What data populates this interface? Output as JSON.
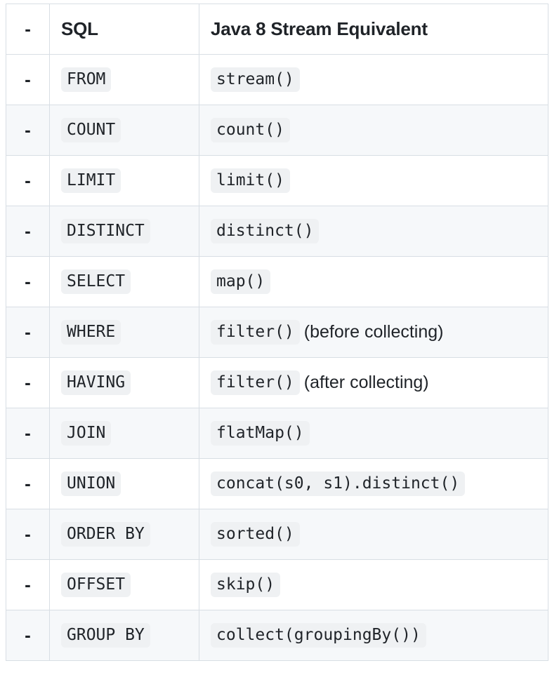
{
  "table": {
    "headers": {
      "dash": "-",
      "sql": "SQL",
      "java": "Java 8 Stream Equivalent"
    },
    "row_marker": "-",
    "colors": {
      "border": "#d8dee4",
      "stripe": "#f6f8fa",
      "chip_background": "#eff1f3",
      "text": "#1f2328"
    },
    "rows": [
      {
        "marker": "-",
        "sql": "FROM",
        "java_code": "stream()",
        "java_note": ""
      },
      {
        "marker": "-",
        "sql": "COUNT",
        "java_code": "count()",
        "java_note": ""
      },
      {
        "marker": "-",
        "sql": "LIMIT",
        "java_code": "limit()",
        "java_note": ""
      },
      {
        "marker": "-",
        "sql": "DISTINCT",
        "java_code": "distinct()",
        "java_note": ""
      },
      {
        "marker": "-",
        "sql": "SELECT",
        "java_code": "map()",
        "java_note": ""
      },
      {
        "marker": "-",
        "sql": "WHERE",
        "java_code": "filter()",
        "java_note": "(before collecting)"
      },
      {
        "marker": "-",
        "sql": "HAVING",
        "java_code": "filter()",
        "java_note": "(after collecting)"
      },
      {
        "marker": "-",
        "sql": "JOIN",
        "java_code": "flatMap()",
        "java_note": ""
      },
      {
        "marker": "-",
        "sql": "UNION",
        "java_code": "concat(s0, s1).distinct()",
        "java_note": ""
      },
      {
        "marker": "-",
        "sql": "ORDER BY",
        "java_code": "sorted()",
        "java_note": ""
      },
      {
        "marker": "-",
        "sql": "OFFSET",
        "java_code": "skip()",
        "java_note": ""
      },
      {
        "marker": "-",
        "sql": "GROUP BY",
        "java_code": "collect(groupingBy())",
        "java_note": ""
      }
    ]
  }
}
